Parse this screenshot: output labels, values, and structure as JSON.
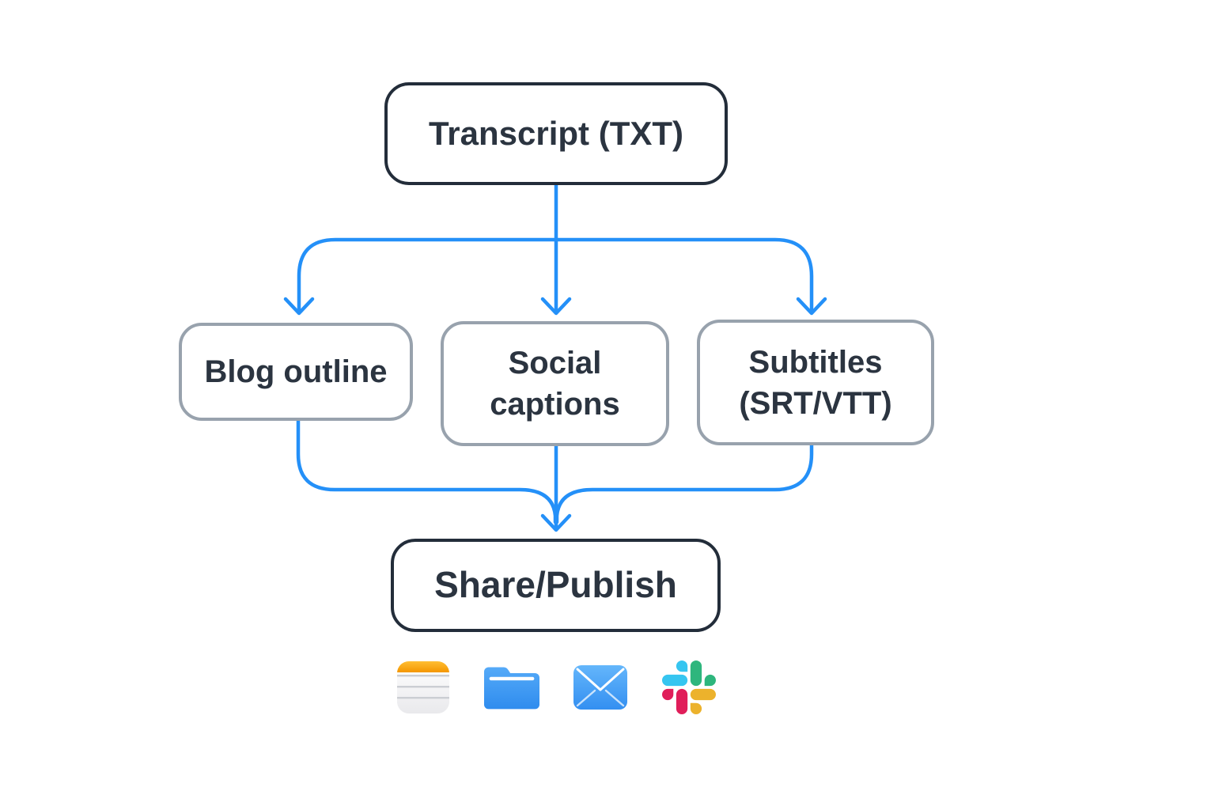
{
  "diagram": {
    "type": "flowchart",
    "nodes": {
      "transcript": {
        "label": "Transcript (TXT)",
        "style": "primary"
      },
      "blog_outline": {
        "label": "Blog outline",
        "style": "secondary"
      },
      "social_captions": {
        "label": "Social captions",
        "style": "secondary"
      },
      "subtitles": {
        "label": "Subtitles (SRT/VTT)",
        "style": "secondary"
      },
      "share_publish": {
        "label": "Share/Publish",
        "style": "primary"
      }
    },
    "edges": [
      {
        "from": "transcript",
        "to": "blog_outline"
      },
      {
        "from": "transcript",
        "to": "social_captions"
      },
      {
        "from": "transcript",
        "to": "subtitles"
      },
      {
        "from": "blog_outline",
        "to": "share_publish"
      },
      {
        "from": "social_captions",
        "to": "share_publish"
      },
      {
        "from": "subtitles",
        "to": "share_publish"
      }
    ],
    "destination_icons": [
      "notes-app-icon",
      "folder-icon",
      "mail-icon",
      "slack-icon"
    ],
    "colors": {
      "background": "#ffffff",
      "arrow": "#2490f8",
      "primary_border": "#232d3a",
      "secondary_border": "#98a2ad",
      "node_fill": "#ffffff",
      "text": "#2b3440",
      "notes_orange_top": "#ffbe33",
      "notes_orange_bottom": "#f49600",
      "notes_paper_top": "#ffffff",
      "notes_paper_bottom": "#e9e9ec",
      "notes_line": "#cbced3",
      "folder_blue_top": "#55aaf8",
      "folder_blue_bottom": "#2f8cee",
      "mail_blue_top": "#64b6fb",
      "mail_blue_bottom": "#338ff1",
      "mail_line": "#ffffff",
      "slack_blue": "#36C5F0",
      "slack_green": "#2EB67D",
      "slack_red": "#E01E5A",
      "slack_yellow": "#ECB22C"
    }
  }
}
